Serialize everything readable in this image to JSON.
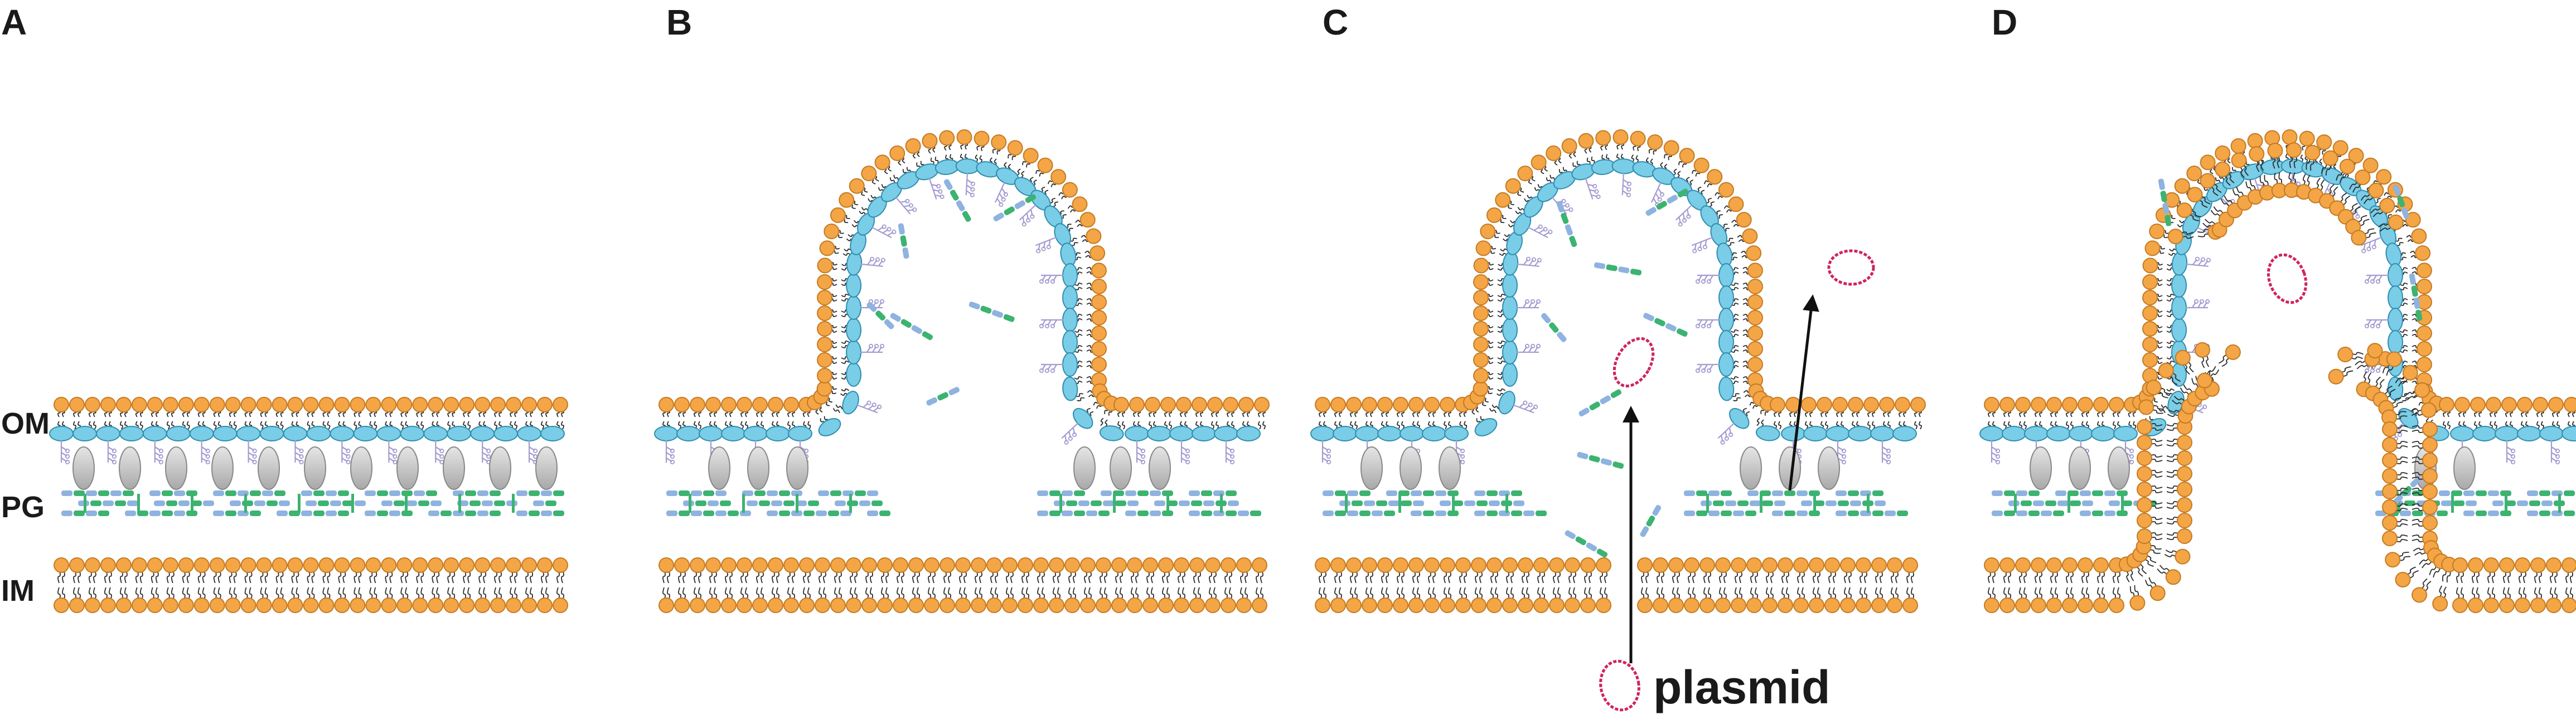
{
  "panels": [
    {
      "letter": "A",
      "state": "intact-envelope"
    },
    {
      "letter": "B",
      "state": "outer-membrane-vesicle"
    },
    {
      "letter": "C",
      "state": "explosive-vesicle-with-plasmid"
    },
    {
      "letter": "D",
      "state": "outer-inner-membrane-vesicle"
    }
  ],
  "layer_labels": {
    "om": "OM",
    "pg": "PG",
    "im": "IM"
  },
  "plasmid_label": "plasmid",
  "colors": {
    "phospholipid_head": "#f4a646",
    "phospholipid_head_stroke": "#c57a22",
    "lipid_tail": "#2b2b2b",
    "om_protein": "#79cde6",
    "om_protein_stroke": "#2f8db0",
    "lps": "#a49bd0",
    "linker_protein": "#c8c8c8",
    "pg_green": "#3cb371",
    "pg_blue": "#8fb3e0",
    "plasmid": "#d0245c",
    "arrow": "#111111"
  }
}
